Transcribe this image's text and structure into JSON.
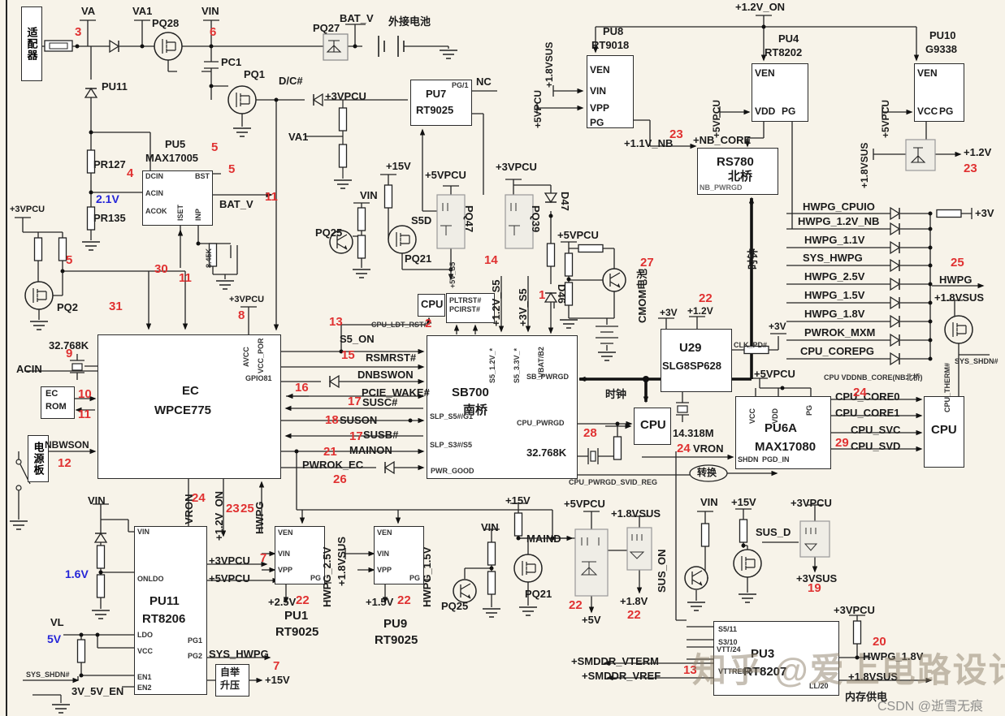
{
  "rails": {
    "va": "VA",
    "va1": "VA1",
    "vin": "VIN",
    "batv": "BAT_V",
    "p3vpcu": "+3VPCU",
    "p5vpcu": "+5VPCU",
    "p15v": "+15V",
    "p18vsus": "+1.8VSUS",
    "p12von": "+1.2V_ON",
    "p3v": "+3V",
    "p12v": "+1.2V",
    "p5v": "+5V",
    "p25v": "+2.5V",
    "p15": "+1.5V",
    "p18v": "+1.8V",
    "p3vsus": "+3VSUS",
    "p11nb": "+1.1V_NB",
    "nbcore": "+NB_CORE",
    "p12vs5": "+1.2V_S5",
    "p3vs5": "+3V_S5",
    "p5vs5": "+5V_S5",
    "vl": "VL"
  },
  "vals": {
    "v21": "2.1V",
    "v16": "1.6V",
    "v5": "5V"
  },
  "parts": {
    "pq28": "PQ28",
    "pq27": "PQ27",
    "pc1": "PC1",
    "pq1": "PQ1",
    "pu11z": "PU11",
    "pr127": "PR127",
    "pr135": "PR135",
    "pq2": "PQ2",
    "pu5": "PU5",
    "max17005": "MAX17005",
    "pu7": "PU7",
    "rt9025": "RT9025",
    "s5d": "S5D",
    "pq25": "PQ25",
    "pq21": "PQ21",
    "pq47": "PQ47",
    "pq39": "PQ39",
    "d47": "D47",
    "d46": "D46",
    "pu8": "PU8",
    "rt9018": "RT9018",
    "pu4": "PU4",
    "rt8202": "RT8202",
    "pu10": "PU10",
    "g9338": "G9338",
    "rs780": "RS780",
    "nbq": "北桥",
    "u29": "U29",
    "slg": "SLG8SP628",
    "x14": "14.318M",
    "pu6a": "PU6A",
    "max17080": "MAX17080",
    "cpu": "CPU",
    "ec": "EC",
    "wpce": "WPCE775",
    "rom": "ROM",
    "sb700": "SB700",
    "nq": "南桥",
    "x32": "32.768K",
    "r845": "8.45K",
    "pu11": "PU11",
    "rt8206": "RT8206",
    "pu1": "PU1",
    "pu9": "PU9",
    "pu3": "PU3",
    "rt8207": "RT8207"
  },
  "pins": {
    "dcin": "DCIN",
    "acin": "ACIN",
    "acok": "ACOK",
    "bst": "BST",
    "iset": "ISET",
    "inp": "INP",
    "ven": "VEN",
    "vin": "VIN",
    "vpp": "VPP",
    "pg": "PG",
    "vdd": "VDD",
    "vcc": "VCC",
    "pg1s": "PG/1",
    "avcc": "AVCC",
    "vccpor": "VCC_POR",
    "gpio": "GPIO81",
    "s512": "S5_1.2V_*",
    "s533": "S5_3.3V_*",
    "vbat": "VBAT/B2",
    "sbpwrgd": "SB_PWRGD",
    "slps5": "SLP_S5#/G1",
    "slps3": "SLP_S3#/S5",
    "cpupwrgd": "CPU_PWRGD",
    "pwrgood": "PWR_GOOD",
    "nbpwrgd": "NB_PWRGD",
    "clkpd": "CLK_PD#",
    "shdn": "SHDN",
    "pgdin": "PGD_IN",
    "onldo": "ONLDO",
    "ldo": "LDO",
    "en1": "EN1",
    "en2": "EN2",
    "pg1": "PG1",
    "pg2": "PG2",
    "s511": "S5/11",
    "s310": "S3/10",
    "vtt24": "VTT/24",
    "vttref": "VTTREF/5",
    "ll20": "LL/20"
  },
  "signals": {
    "dc": "D/C#",
    "nc": "NC",
    "s5on": "S5_ON",
    "rsmrst": "RSMRST#",
    "dnbswon": "DNBSWON",
    "pcie": "PCIE_WAKE#",
    "susc": "SUSC#",
    "suson": "SUSON",
    "susb": "SUSB#",
    "mainon": "MAINON",
    "pwrokec": "PWROK_EC",
    "acin": "ACIN",
    "nbwson": "NBWSON",
    "vron": "VRON",
    "hwpg": "HWPG",
    "syshwpg": "SYS_HWPG",
    "sysshdn": "SYS_SHDN#",
    "en35": "3V_5V_EN",
    "maind": "MAIND",
    "susonv": "SUS_ON",
    "susd": "SUS_D",
    "cpuldt": "CPU_LDT_RST#",
    "pltrst": "PLTRST#",
    "pcirst": "PCIRST#",
    "svid": "CPU_PWRGD_SVID_REG",
    "vddnb": "CPU VDDNB_CORE(NB北桥)",
    "therm": "CPU_THERM#",
    "core0": "CPU_CORE0",
    "core1": "CPU_CORE1",
    "svc": "CPU_SVC",
    "svd": "CPU_SVD",
    "vterm": "+SMDDR_VTERM",
    "vref": "+SMDDR_VREF",
    "hwpg18": "HWPG_1.8V",
    "hwpg25": "HWPG_2.5V",
    "hwpg15": "HWPG_1.5V"
  },
  "hwpg_bus": [
    "HWPG_CPUIO",
    "HWPG_1.2V_NB",
    "HWPG_1.1V",
    "SYS_HWPG",
    "HWPG_2.5V",
    "HWPG_1.5V",
    "HWPG_1.8V",
    "PWROK_MXM",
    "CPU_COREPG"
  ],
  "cn": {
    "adapter": "适配器",
    "extbat": "外接电池",
    "pwrboard": "电源板",
    "cmos": "CMOM电池",
    "clock": "时钟",
    "conv": "转换",
    "boost1": "自举",
    "boost2": "升压",
    "mem": "内存供电"
  },
  "refs": [
    "3",
    "6",
    "4",
    "5",
    "5",
    "11",
    "5",
    "30",
    "11",
    "31",
    "8",
    "9",
    "10",
    "11",
    "12",
    "13",
    "2",
    "15",
    "16",
    "17",
    "18",
    "17",
    "21",
    "26",
    "14",
    "1",
    "27",
    "22",
    "23",
    "23",
    "25",
    "24",
    "29",
    "24",
    "28",
    "24",
    "23",
    "25",
    "7",
    "7",
    "22",
    "22",
    "22",
    "22",
    "19",
    "20",
    "13"
  ],
  "wm": {
    "zhihu": "知乎 @爱上电路设计",
    "csdn": "CSDN @逝雪无痕"
  }
}
